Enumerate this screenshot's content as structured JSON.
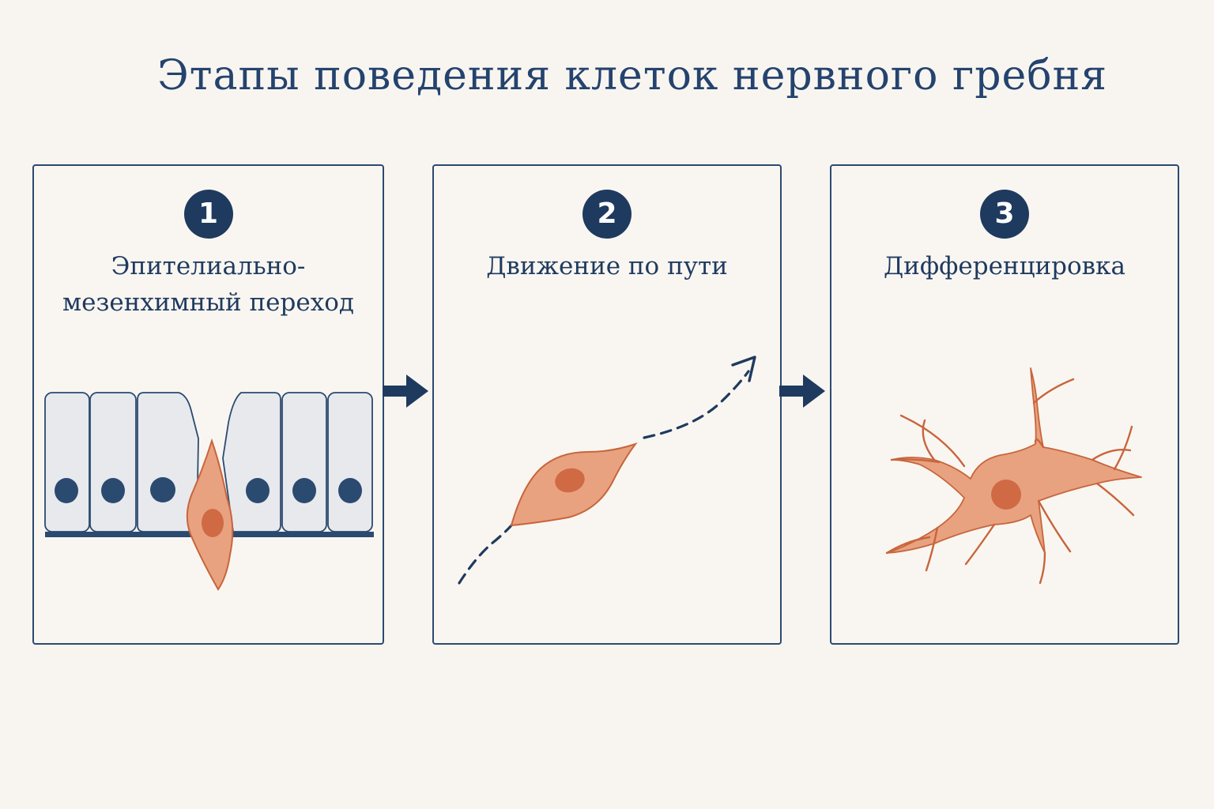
{
  "title": "Этапы поведения клеток нервного гребня",
  "steps": [
    {
      "number": "1",
      "label_lines": [
        "Эпителиально-",
        "мезенхимный переход"
      ]
    },
    {
      "number": "2",
      "label_lines": [
        "Движение по пути"
      ]
    },
    {
      "number": "3",
      "label_lines": [
        "Дифференцировка"
      ]
    }
  ],
  "colors": {
    "background": "#f8f5f0",
    "navy": "#1f3a5f",
    "epithelium_fill": "#e7e9ed",
    "crest_cell_fill": "#e8a27f",
    "crest_cell_stroke": "#c8653c",
    "crest_nucleus": "#cf6a45"
  },
  "icons": {
    "flow_arrow": "right-arrow-icon"
  }
}
